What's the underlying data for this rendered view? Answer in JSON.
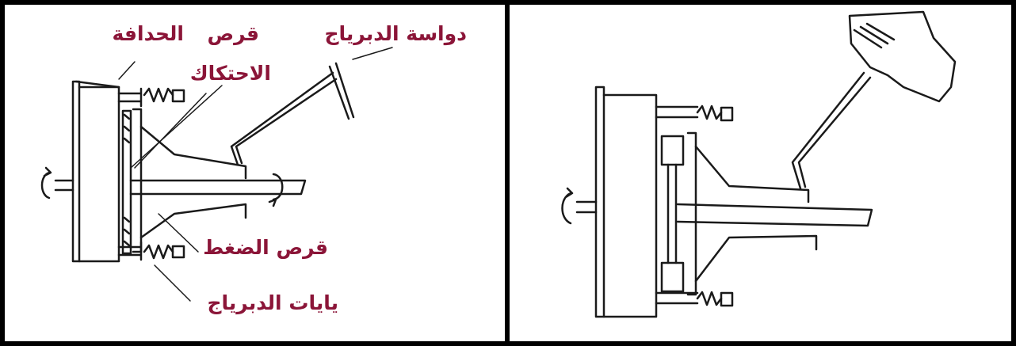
{
  "panels": [
    {
      "name": "clutch-engaged",
      "labels": {
        "flywheel": "الحدافة",
        "friction_disc_line1": "قرص",
        "friction_disc_line2": "الاحتكاك",
        "clutch_pedal": "دواسة الدبرياج",
        "pressure_plate": "قرص الضغط",
        "clutch_springs": "يايات الدبرياج"
      }
    },
    {
      "name": "clutch-disengaged",
      "labels": {}
    }
  ],
  "colors": {
    "label": "#8b1538",
    "line": "#1a1a1a",
    "border": "#000000"
  }
}
